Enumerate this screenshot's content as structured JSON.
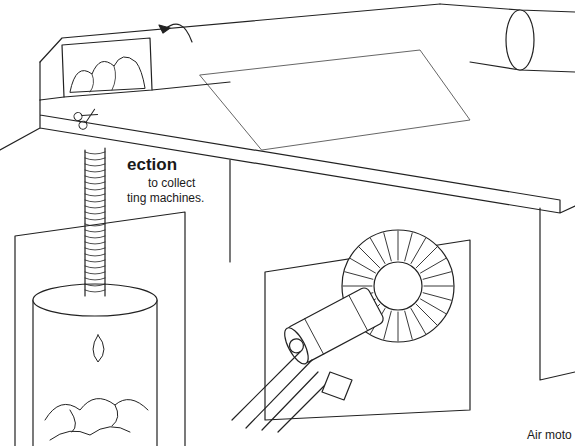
{
  "diagram": {
    "title": "ection",
    "labels": [
      "to collect",
      "ting machines.",
      "Air moto"
    ]
  }
}
